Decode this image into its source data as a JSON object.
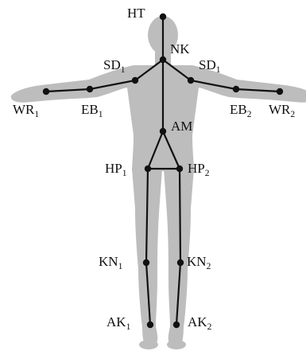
{
  "diagram": {
    "colors": {
      "body": "#bdbdbd",
      "skeleton": "#111111",
      "background": "#ffffff",
      "text": "#111111"
    },
    "joints": [
      {
        "id": "HT",
        "base": "HT",
        "sub": ""
      },
      {
        "id": "NK",
        "base": "NK",
        "sub": ""
      },
      {
        "id": "SD1",
        "base": "SD",
        "sub": "1"
      },
      {
        "id": "SD2",
        "base": "SD",
        "sub": "1"
      },
      {
        "id": "EB1",
        "base": "EB",
        "sub": "1"
      },
      {
        "id": "EB2",
        "base": "EB",
        "sub": "2"
      },
      {
        "id": "WR1",
        "base": "WR",
        "sub": "1"
      },
      {
        "id": "WR2",
        "base": "WR",
        "sub": "2"
      },
      {
        "id": "AM",
        "base": "AM",
        "sub": ""
      },
      {
        "id": "HP1",
        "base": "HP",
        "sub": "1"
      },
      {
        "id": "HP2",
        "base": "HP",
        "sub": "2"
      },
      {
        "id": "KN1",
        "base": "KN",
        "sub": "1"
      },
      {
        "id": "KN2",
        "base": "KN",
        "sub": "2"
      },
      {
        "id": "AK1",
        "base": "AK",
        "sub": "1"
      },
      {
        "id": "AK2",
        "base": "AK",
        "sub": "2"
      }
    ],
    "bones": [
      [
        "HT",
        "NK"
      ],
      [
        "NK",
        "SD1"
      ],
      [
        "SD1",
        "EB1"
      ],
      [
        "EB1",
        "WR1"
      ],
      [
        "NK",
        "SD2"
      ],
      [
        "SD2",
        "EB2"
      ],
      [
        "EB2",
        "WR2"
      ],
      [
        "NK",
        "AM"
      ],
      [
        "AM",
        "HP1"
      ],
      [
        "AM",
        "HP2"
      ],
      [
        "HP1",
        "HP2"
      ],
      [
        "HP1",
        "KN1"
      ],
      [
        "KN1",
        "AK1"
      ],
      [
        "HP2",
        "KN2"
      ],
      [
        "KN2",
        "AK2"
      ]
    ]
  }
}
